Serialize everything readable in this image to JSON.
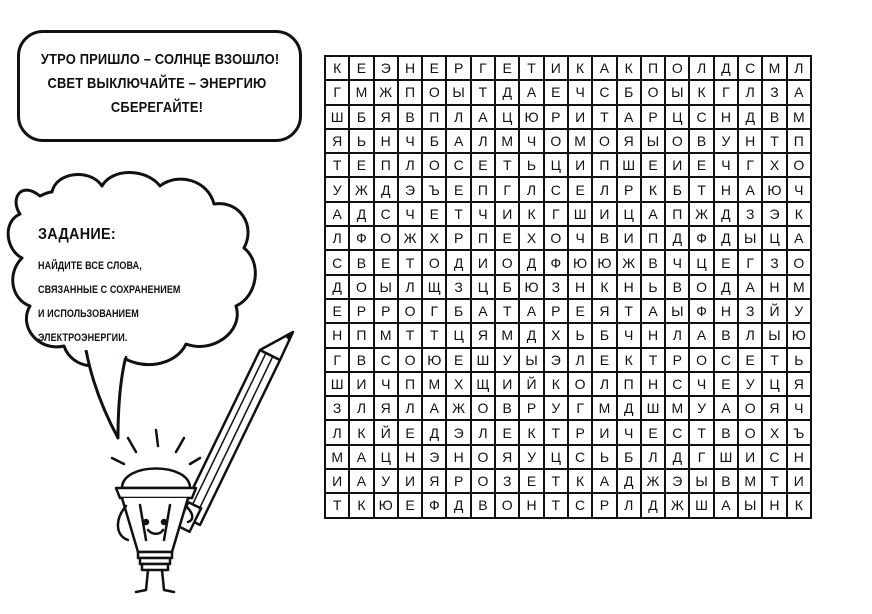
{
  "slogan": {
    "lines": [
      "УТРО ПРИШЛО – СОЛНЦЕ ВЗОШЛО!",
      "СВЕТ ВЫКЛЮЧАЙТЕ – ЭНЕРГИЮ",
      "СБЕРЕГАЙТЕ!"
    ]
  },
  "task": {
    "title": "ЗАДАНИЕ:",
    "lines": [
      "НАЙДИТЕ ВСЕ СЛОВА,",
      "СВЯЗАННЫЕ С СОХРАНЕНИЕМ",
      "И ИСПОЛЬЗОВАНИЕМ",
      "ЭЛЕКТРОЭНЕРГИИ."
    ]
  },
  "grid": {
    "rows": [
      "КЕЭНЕРГЕТИКАКПОЛДСМЛ",
      "ГМЖПОЫТДАЕЧСБОЫКГЛЗА",
      "ШБЯВПЛАЦЮРИТАРЦСНДВМ",
      "ЯЬНЧБАЛМЧОМОЯЫОВУНТП",
      "ТЕПЛОСЕТЬЦИПШЕИЕЧГХО",
      "УЖДЭЪЕПГЛСЕЛРКБТНАЮЧ",
      "АДСЧЕТЧИКГШИЦАПЖДЗЭК",
      "ЛФОЖХРПЕХОЧВИПДФДЫЦА",
      "СВЕТОДИОДФЮЮЖВЧЦЕГЗО",
      "ДОЫЛЩЗЦБЮЗНКНЬВОДАНМ",
      "ЕРРОГБАТАРЕЯТАЫФНЗЙУ",
      "НПМТТЦЯМДХЬБЧНЛАВЛЫЮ",
      "ГВСОЮЕШУЫЭЛЕКТРОСЕТЬ",
      "ШИЧПМХЩИЙКОЛПНСЧЕУЦЯ",
      "ЗЛЯЛАЖОВРУГМДШМУАОЯЧ",
      "ЛКЙЕДЭЛЕКТРИЧЕСТВОХЪ",
      "МАЦНЭНОЯУЦСЬБЛДГШИСН",
      "ИАУИЯРОЗЕТКАДЖЭЫВМТИ",
      "ТКЮЕФДВОНТСРЛДЖШАЫНК"
    ]
  }
}
